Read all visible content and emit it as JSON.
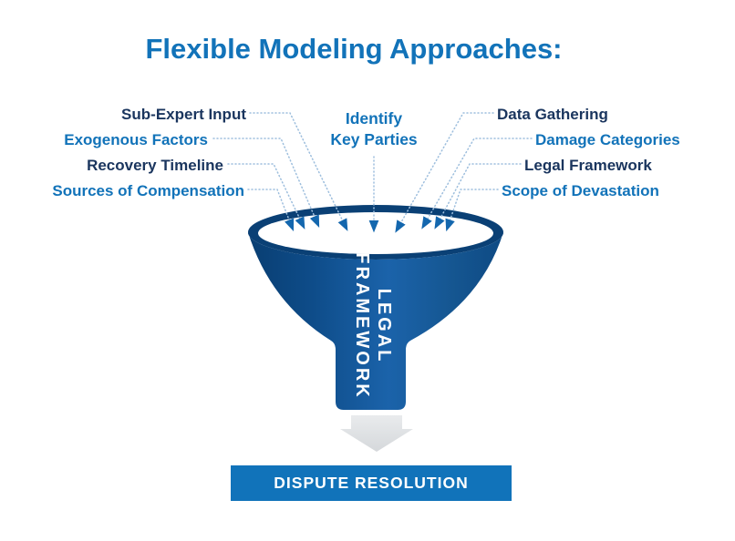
{
  "diagram": {
    "title": "Flexible Modeling Approaches:",
    "inputs_left": [
      {
        "text": "Sub-Expert Input",
        "color": "#1a355e"
      },
      {
        "text": "Exogenous Factors",
        "color": "#1273b9"
      },
      {
        "text": "Recovery Timeline",
        "color": "#1a355e"
      },
      {
        "text": "Sources of Compensation",
        "color": "#1273b9"
      }
    ],
    "input_center": {
      "line1": "Identify",
      "line2": "Key Parties",
      "color": "#1273b9"
    },
    "inputs_right": [
      {
        "text": "Data Gathering",
        "color": "#1a355e"
      },
      {
        "text": "Damage Categories",
        "color": "#1273b9"
      },
      {
        "text": "Legal Framework",
        "color": "#1a355e"
      },
      {
        "text": "Scope of Devastation",
        "color": "#1273b9"
      }
    ],
    "funnel": {
      "line1": "LEGAL",
      "line2": "FRAMEWORK"
    },
    "output": {
      "label": "DISPUTE RESOLUTION"
    },
    "colors": {
      "brand_blue": "#1273b9",
      "navy": "#1a355e",
      "funnel_rim": "#0a4075",
      "funnel_body_dark": "#093e72",
      "funnel_body_light": "#1b63aa",
      "leader_line": "#9dbedd",
      "arrowhead": "#1467ae",
      "down_arrow_gray": "#e3e5e7",
      "result_box": "#1173ba",
      "background": "#ffffff"
    }
  }
}
